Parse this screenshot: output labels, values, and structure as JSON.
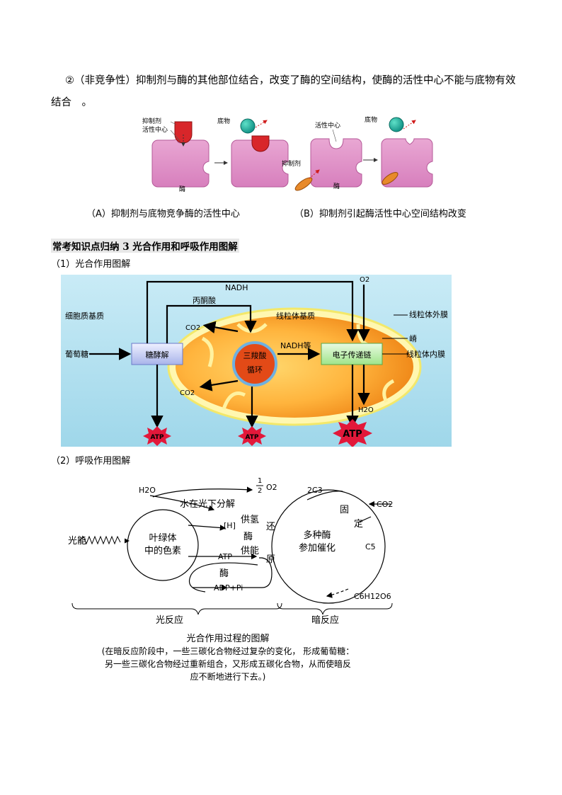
{
  "paragraph": {
    "text": "②（非竞争性）抑制剂与酶的其他部位结合，改变了酶的空间结构，使酶的活性中心不能与底物有效结合　。"
  },
  "enzyme_figure": {
    "labels": {
      "inhibitor": "抑制剂",
      "active_center": "活性中心",
      "substrate": "底物",
      "active_center_b": "活性中心",
      "substrate_b": "底物",
      "inhibitor_b": "抑制剂",
      "enzyme_a": "酶",
      "enzyme_b": "酶"
    },
    "caption_a": "（A）抑制剂与底物竞争酶的活性中心",
    "caption_b": "（B）抑制剂引起酶活性中心空间结构改变"
  },
  "section_heading": "常考知识点归纳 3 光合作用和呼吸作用图解",
  "sub1": "（1）光合作用图解",
  "sub2": "（2）呼吸作用图解",
  "mito_figure": {
    "nadh_top": "NADH",
    "o2": "O2",
    "pyruvate": "丙酮酸",
    "cytoplasm": "细胞质基质",
    "matrix": "线粒体基质",
    "outer_membrane": "线粒体外膜",
    "crista": "嵴",
    "inner_membrane": "线粒体内膜",
    "glucose": "葡萄糖",
    "glycolysis": "糖酵解",
    "tca_1": "三羧酸",
    "tca_2": "循环",
    "nadh_etc": "NADH等",
    "etc": "电子传递链",
    "co2_a": "CO2",
    "co2_b": "CO2",
    "h2o": "H2O",
    "atp": "ATP"
  },
  "photo_figure": {
    "h2o": "H2O",
    "half_o2_num": "1",
    "half_o2_den": "2",
    "o2": "O2",
    "water_split": "水在光下分解",
    "h": "[H]",
    "supply_h": "供氢",
    "enzyme1": "酶",
    "supply_energy": "供能",
    "reduce_1": "还",
    "reduce_2": "原",
    "light": "光能",
    "chloro_1": "叶绿体",
    "chloro_2": "中的色素",
    "atp": "ATP",
    "enzyme2": "酶",
    "adp": "ADP+Pi",
    "c3": "2C3",
    "fix_1": "固",
    "fix_2": "定",
    "co2": "CO2",
    "enz_many_1": "多种酶",
    "enz_many_2": "参加催化",
    "c5": "C5",
    "glucose": "C6H12O6",
    "light_reaction": "光反应",
    "dark_reaction": "暗反应",
    "title": "光合作用过程的图解",
    "note_1": "(在暗反应阶段中，一些三碳化合物经过复杂的变化， 形成葡萄糖：",
    "note_2": "另一些三碳化合物经过重新组合，又形成五碳化合物，从而使暗反",
    "note_3": "应不断地进行下去。)"
  }
}
